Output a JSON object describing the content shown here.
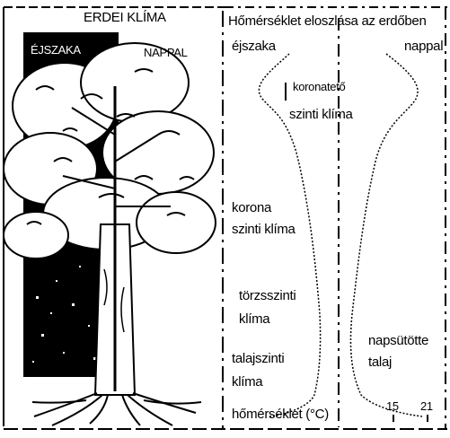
{
  "tree_panel": {
    "title": "ERDEI KLÍMA",
    "night_label": "ÉJSZAKA",
    "day_label": "NAPPAL"
  },
  "distribution_panel": {
    "title": "Hőmérséklet eloszlása az erdőben",
    "night_label": "éjszaka",
    "day_label": "nappal",
    "zones": {
      "canopy_top": [
        "koronatető",
        "szinti klíma"
      ],
      "canopy": [
        "korona",
        "szinti klíma"
      ],
      "trunk": [
        "törzsszinti",
        "klíma"
      ],
      "ground": [
        "talajszinti",
        "klíma"
      ],
      "sunny_ground": [
        "napsütötte",
        "talaj"
      ]
    },
    "axis_label": "hőmérséklet (°C)",
    "axis_ticks": [
      "15",
      "21"
    ]
  },
  "colors": {
    "ink": "#000000",
    "paper": "#ffffff"
  }
}
